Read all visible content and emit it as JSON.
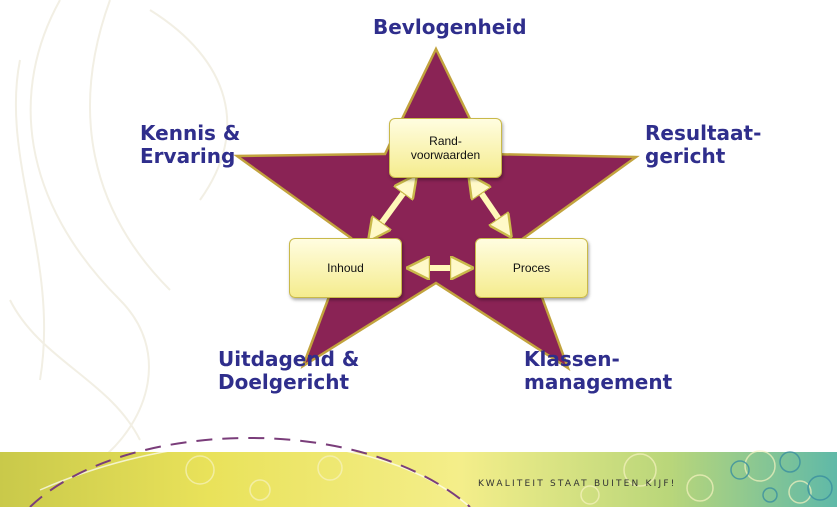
{
  "diagram": {
    "star_fill": "#8a2355",
    "label_color": "#2f2e8c",
    "labels": {
      "top": "Bevlogenheid",
      "left": "Kennis &\nErvaring",
      "right": "Resultaat-\ngericht",
      "bottom_left": "Uitdagend &\nDoelgericht",
      "bottom_right": "Klassen-\nmanagement"
    },
    "boxes": {
      "top": "Rand-\nvoorwaarden",
      "left": "Inhoud",
      "right": "Proces"
    }
  },
  "footer": {
    "tagline": "KWALITEIT STAAT BUITEN KIJF!"
  }
}
